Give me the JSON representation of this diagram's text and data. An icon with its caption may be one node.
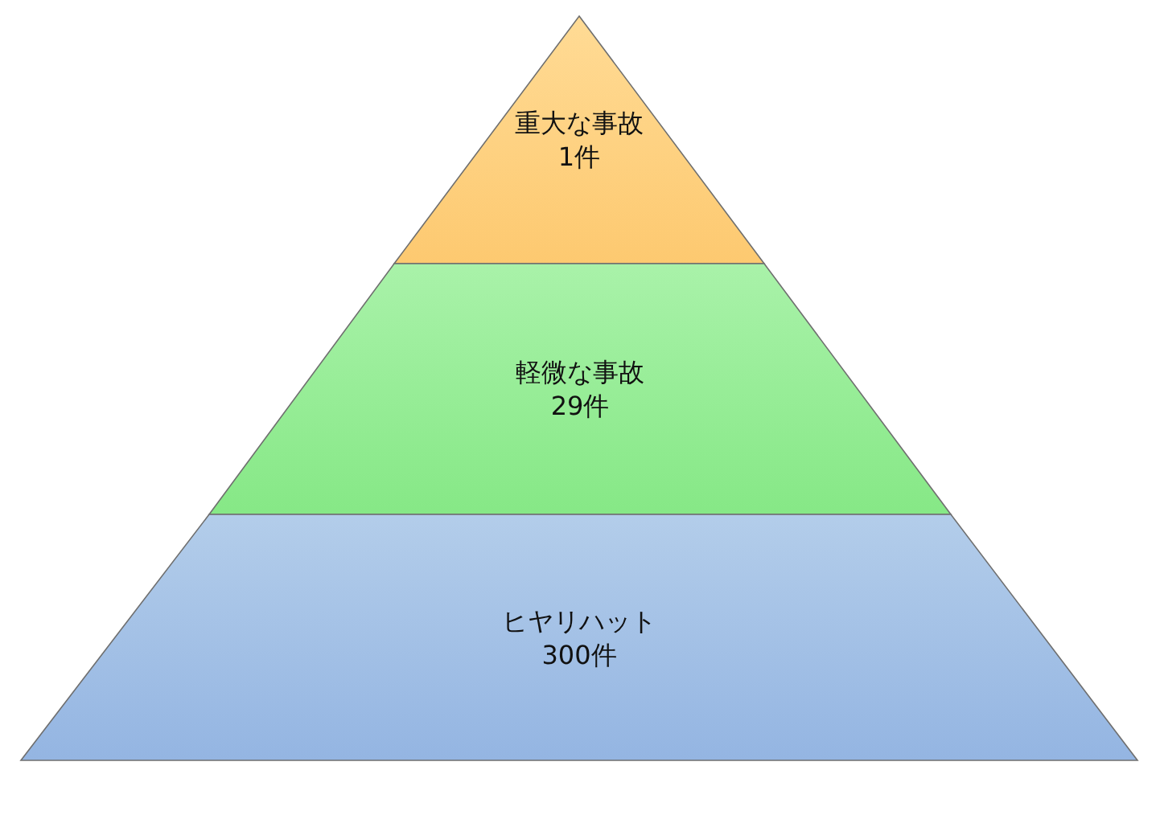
{
  "diagram": {
    "nodes": [
      {
        "text": [
          "重大な事故",
          "1件"
        ]
      },
      {
        "text": [
          "軽微な事故",
          "29件"
        ]
      },
      {
        "text": [
          "ヒヤリハット",
          "300件"
        ]
      }
    ]
  }
}
